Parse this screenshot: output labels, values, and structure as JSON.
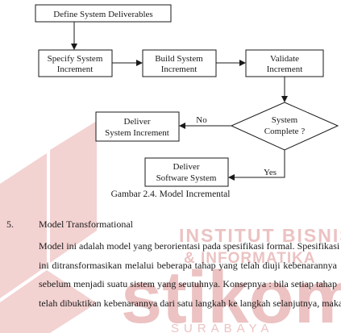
{
  "diagram": {
    "define": "Define System Deliverables",
    "specify": [
      "Specify System",
      "Increment"
    ],
    "build": [
      "Build System",
      "Increment"
    ],
    "validate": [
      "Validate",
      "Increment"
    ],
    "deliver_increment": [
      "Deliver",
      "System Increment"
    ],
    "decision": [
      "System",
      "Complete ?"
    ],
    "deliver_software": [
      "Deliver",
      "Software System"
    ],
    "no_label": "No",
    "yes_label": "Yes"
  },
  "caption": "Gambar 2.4. Model Incremental",
  "section": {
    "number": "5.",
    "title": "Model Transformational"
  },
  "paragraph_lines": [
    "Model ini adalah model yang berorientasi pada spesifikasi formal. Spesifikasi",
    "ini ditransformasikan melalui beberapa tahap yang telah diuji kebenarannya",
    "sebelum menjadi suatu sistem yang seutuhnya. Konsepnya : bila setiap tahap",
    "telah dibuktikan kebenarannya dari satu langkah ke langkah selanjutnya, maka"
  ],
  "watermark": {
    "line1": "INSTITUT BISNIS",
    "line2": "& INFORMATIKA",
    "brand": "stikom",
    "city": "SURABAYA",
    "color": "#e8a9a9"
  }
}
